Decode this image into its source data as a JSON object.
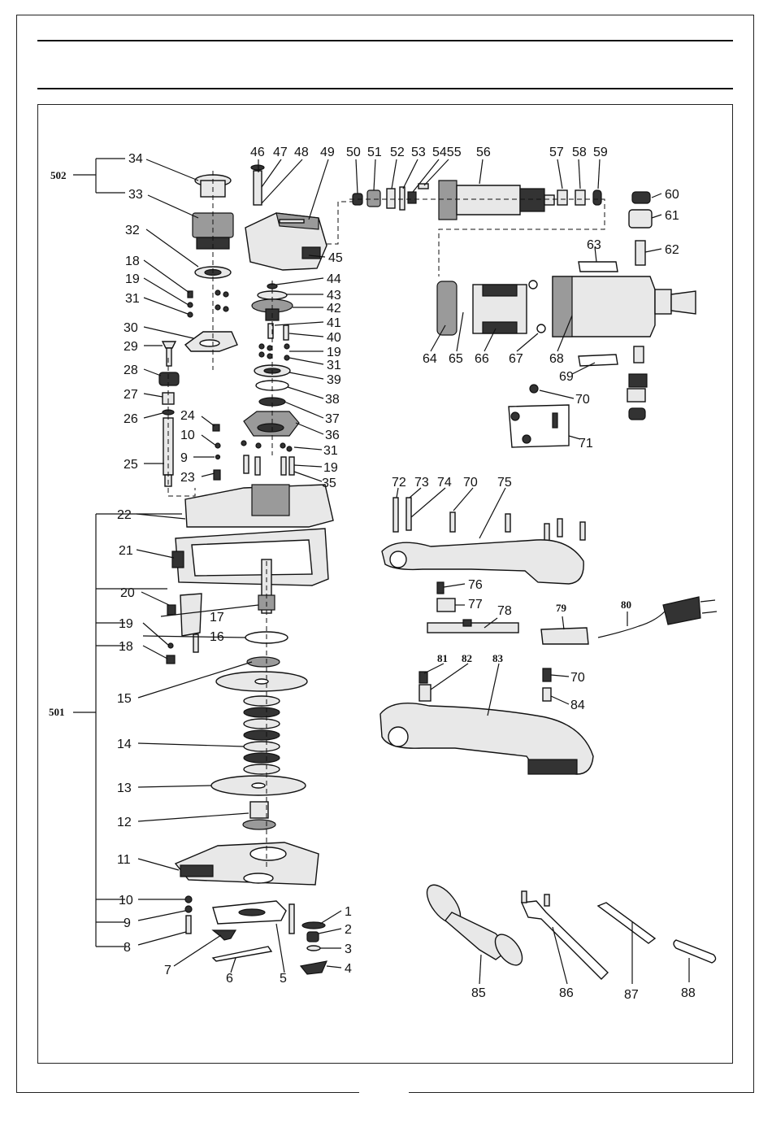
{
  "diagram": {
    "type": "exploded-parts-view",
    "group_labels": [
      "501",
      "502"
    ],
    "part_numbers": [
      "1",
      "2",
      "3",
      "4",
      "5",
      "6",
      "7",
      "8",
      "9",
      "10",
      "11",
      "12",
      "13",
      "14",
      "15",
      "16",
      "17",
      "18",
      "19",
      "20",
      "21",
      "22",
      "23",
      "24",
      "25",
      "26",
      "27",
      "28",
      "29",
      "30",
      "31",
      "32",
      "33",
      "34",
      "35",
      "36",
      "37",
      "38",
      "39",
      "40",
      "41",
      "42",
      "43",
      "44",
      "45",
      "46",
      "47",
      "48",
      "49",
      "50",
      "51",
      "52",
      "53",
      "54",
      "55",
      "56",
      "57",
      "58",
      "59",
      "60",
      "61",
      "62",
      "63",
      "64",
      "65",
      "66",
      "67",
      "68",
      "69",
      "70",
      "71",
      "72",
      "73",
      "74",
      "75",
      "76",
      "77",
      "78",
      "79",
      "80",
      "81",
      "82",
      "83",
      "84",
      "85",
      "86",
      "87",
      "88"
    ],
    "labels": [
      {
        "id": "l34",
        "text": "34"
      },
      {
        "id": "l33",
        "text": "33"
      },
      {
        "id": "l32",
        "text": "32"
      },
      {
        "id": "l18a",
        "text": "18"
      },
      {
        "id": "l19a",
        "text": "19"
      },
      {
        "id": "l31a",
        "text": "31"
      },
      {
        "id": "l30",
        "text": "30"
      },
      {
        "id": "l29",
        "text": "29"
      },
      {
        "id": "l28",
        "text": "28"
      },
      {
        "id": "l27",
        "text": "27"
      },
      {
        "id": "l26",
        "text": "26"
      },
      {
        "id": "l25",
        "text": "25"
      },
      {
        "id": "l24",
        "text": "24"
      },
      {
        "id": "l10a",
        "text": "10"
      },
      {
        "id": "l9a",
        "text": "9"
      },
      {
        "id": "l23",
        "text": "23"
      },
      {
        "id": "l46",
        "text": "46"
      },
      {
        "id": "l47",
        "text": "47"
      },
      {
        "id": "l48",
        "text": "48"
      },
      {
        "id": "l49",
        "text": "49"
      },
      {
        "id": "l45",
        "text": "45"
      },
      {
        "id": "l44",
        "text": "44"
      },
      {
        "id": "l43",
        "text": "43"
      },
      {
        "id": "l42",
        "text": "42"
      },
      {
        "id": "l41",
        "text": "41"
      },
      {
        "id": "l40",
        "text": "40"
      },
      {
        "id": "l19b",
        "text": "19"
      },
      {
        "id": "l31b",
        "text": "31"
      },
      {
        "id": "l39",
        "text": "39"
      },
      {
        "id": "l38",
        "text": "38"
      },
      {
        "id": "l37",
        "text": "37"
      },
      {
        "id": "l36",
        "text": "36"
      },
      {
        "id": "l31c",
        "text": "31"
      },
      {
        "id": "l19c",
        "text": "19"
      },
      {
        "id": "l35",
        "text": "35"
      },
      {
        "id": "l50",
        "text": "50"
      },
      {
        "id": "l51",
        "text": "51"
      },
      {
        "id": "l52",
        "text": "52"
      },
      {
        "id": "l53",
        "text": "53"
      },
      {
        "id": "l5455",
        "text": "5455"
      },
      {
        "id": "l56",
        "text": "56"
      },
      {
        "id": "l57",
        "text": "57"
      },
      {
        "id": "l58",
        "text": "58"
      },
      {
        "id": "l59",
        "text": "59"
      },
      {
        "id": "l60",
        "text": "60"
      },
      {
        "id": "l61",
        "text": "61"
      },
      {
        "id": "l62",
        "text": "62"
      },
      {
        "id": "l63",
        "text": "63"
      },
      {
        "id": "l64",
        "text": "64"
      },
      {
        "id": "l65",
        "text": "65"
      },
      {
        "id": "l66",
        "text": "66"
      },
      {
        "id": "l67",
        "text": "67"
      },
      {
        "id": "l68",
        "text": "68"
      },
      {
        "id": "l69",
        "text": "69"
      },
      {
        "id": "l70a",
        "text": "70"
      },
      {
        "id": "l71",
        "text": "71"
      },
      {
        "id": "l72",
        "text": "72"
      },
      {
        "id": "l73",
        "text": "73"
      },
      {
        "id": "l74",
        "text": "74"
      },
      {
        "id": "l70b",
        "text": "70"
      },
      {
        "id": "l75",
        "text": "75"
      },
      {
        "id": "l76",
        "text": "76"
      },
      {
        "id": "l77",
        "text": "77"
      },
      {
        "id": "l78",
        "text": "78"
      },
      {
        "id": "l79",
        "text": "79"
      },
      {
        "id": "l80",
        "text": "80"
      },
      {
        "id": "l81",
        "text": "81"
      },
      {
        "id": "l82",
        "text": "82"
      },
      {
        "id": "l83",
        "text": "83"
      },
      {
        "id": "l70c",
        "text": "70"
      },
      {
        "id": "l84",
        "text": "84"
      },
      {
        "id": "l22",
        "text": "22"
      },
      {
        "id": "l21",
        "text": "21"
      },
      {
        "id": "l20",
        "text": "20"
      },
      {
        "id": "l17",
        "text": "17"
      },
      {
        "id": "l19d",
        "text": "19"
      },
      {
        "id": "l16",
        "text": "16"
      },
      {
        "id": "l18b",
        "text": "18"
      },
      {
        "id": "l15",
        "text": "15"
      },
      {
        "id": "l14",
        "text": "14"
      },
      {
        "id": "l13",
        "text": "13"
      },
      {
        "id": "l12",
        "text": "12"
      },
      {
        "id": "l11",
        "text": "11"
      },
      {
        "id": "l10b",
        "text": "10"
      },
      {
        "id": "l9b",
        "text": "9"
      },
      {
        "id": "l8",
        "text": "8"
      },
      {
        "id": "l7",
        "text": "7"
      },
      {
        "id": "l6",
        "text": "6"
      },
      {
        "id": "l5",
        "text": "5"
      },
      {
        "id": "l1",
        "text": "1"
      },
      {
        "id": "l2",
        "text": "2"
      },
      {
        "id": "l3",
        "text": "3"
      },
      {
        "id": "l4",
        "text": "4"
      },
      {
        "id": "l85",
        "text": "85"
      },
      {
        "id": "l86",
        "text": "86"
      },
      {
        "id": "l87",
        "text": "87"
      },
      {
        "id": "l88",
        "text": "88"
      },
      {
        "id": "g501",
        "text": "501"
      },
      {
        "id": "g502",
        "text": "502"
      }
    ]
  }
}
